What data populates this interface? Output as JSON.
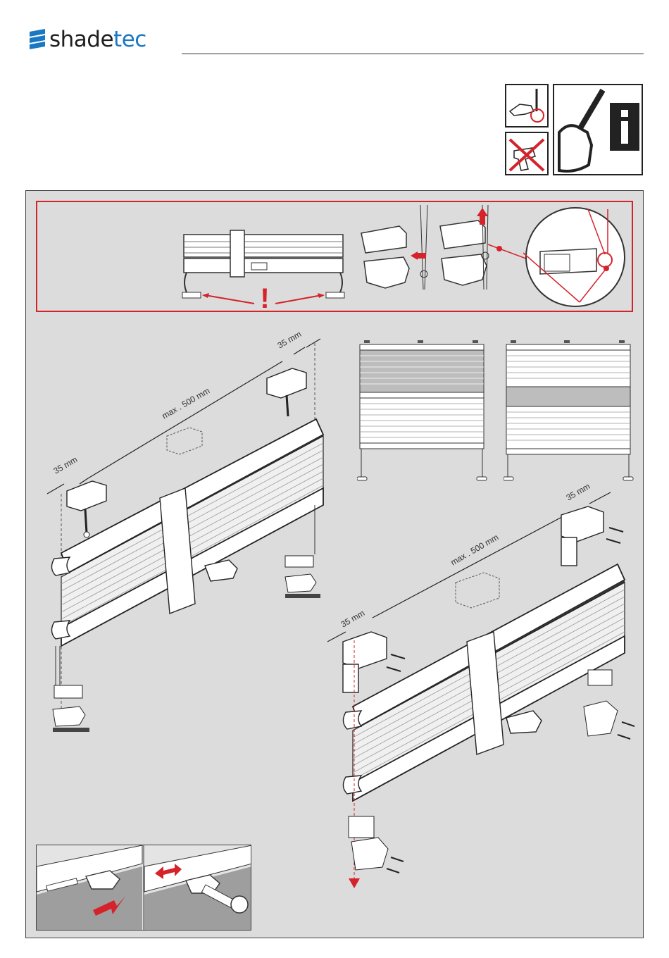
{
  "brand": {
    "part1": "shade",
    "part2": "tec",
    "accent": "#1a78c2"
  },
  "warning": {
    "mark": "!",
    "color": "#d4232a"
  },
  "install_a": {
    "edge_left": "35 mm",
    "edge_right": "35 mm",
    "spacing": "max . 500 mm"
  },
  "install_b": {
    "edge_left": "35 mm",
    "edge_right": "35 mm",
    "spacing": "max . 500 mm"
  },
  "icons": [
    "screwdriver-icon",
    "no-drill-icon",
    "info-icon"
  ]
}
